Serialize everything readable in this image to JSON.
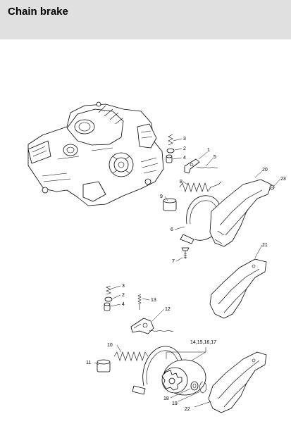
{
  "header": {
    "title": "Chain brake",
    "background_color": "#e0e0e0"
  },
  "callouts": {
    "c1": "1",
    "c2": "2",
    "c3": "3",
    "c4": "4",
    "c5": "5",
    "c6": "6",
    "c7": "7",
    "c8": "8",
    "c9": "9",
    "c20": "20",
    "c21": "21",
    "c23": "23",
    "b3": "3",
    "b2": "2",
    "b4": "4",
    "c13": "13",
    "c12": "12",
    "c10": "10",
    "c11": "11",
    "c14": "14,15,16,17",
    "c18": "18",
    "c19": "19",
    "c22": "22"
  }
}
